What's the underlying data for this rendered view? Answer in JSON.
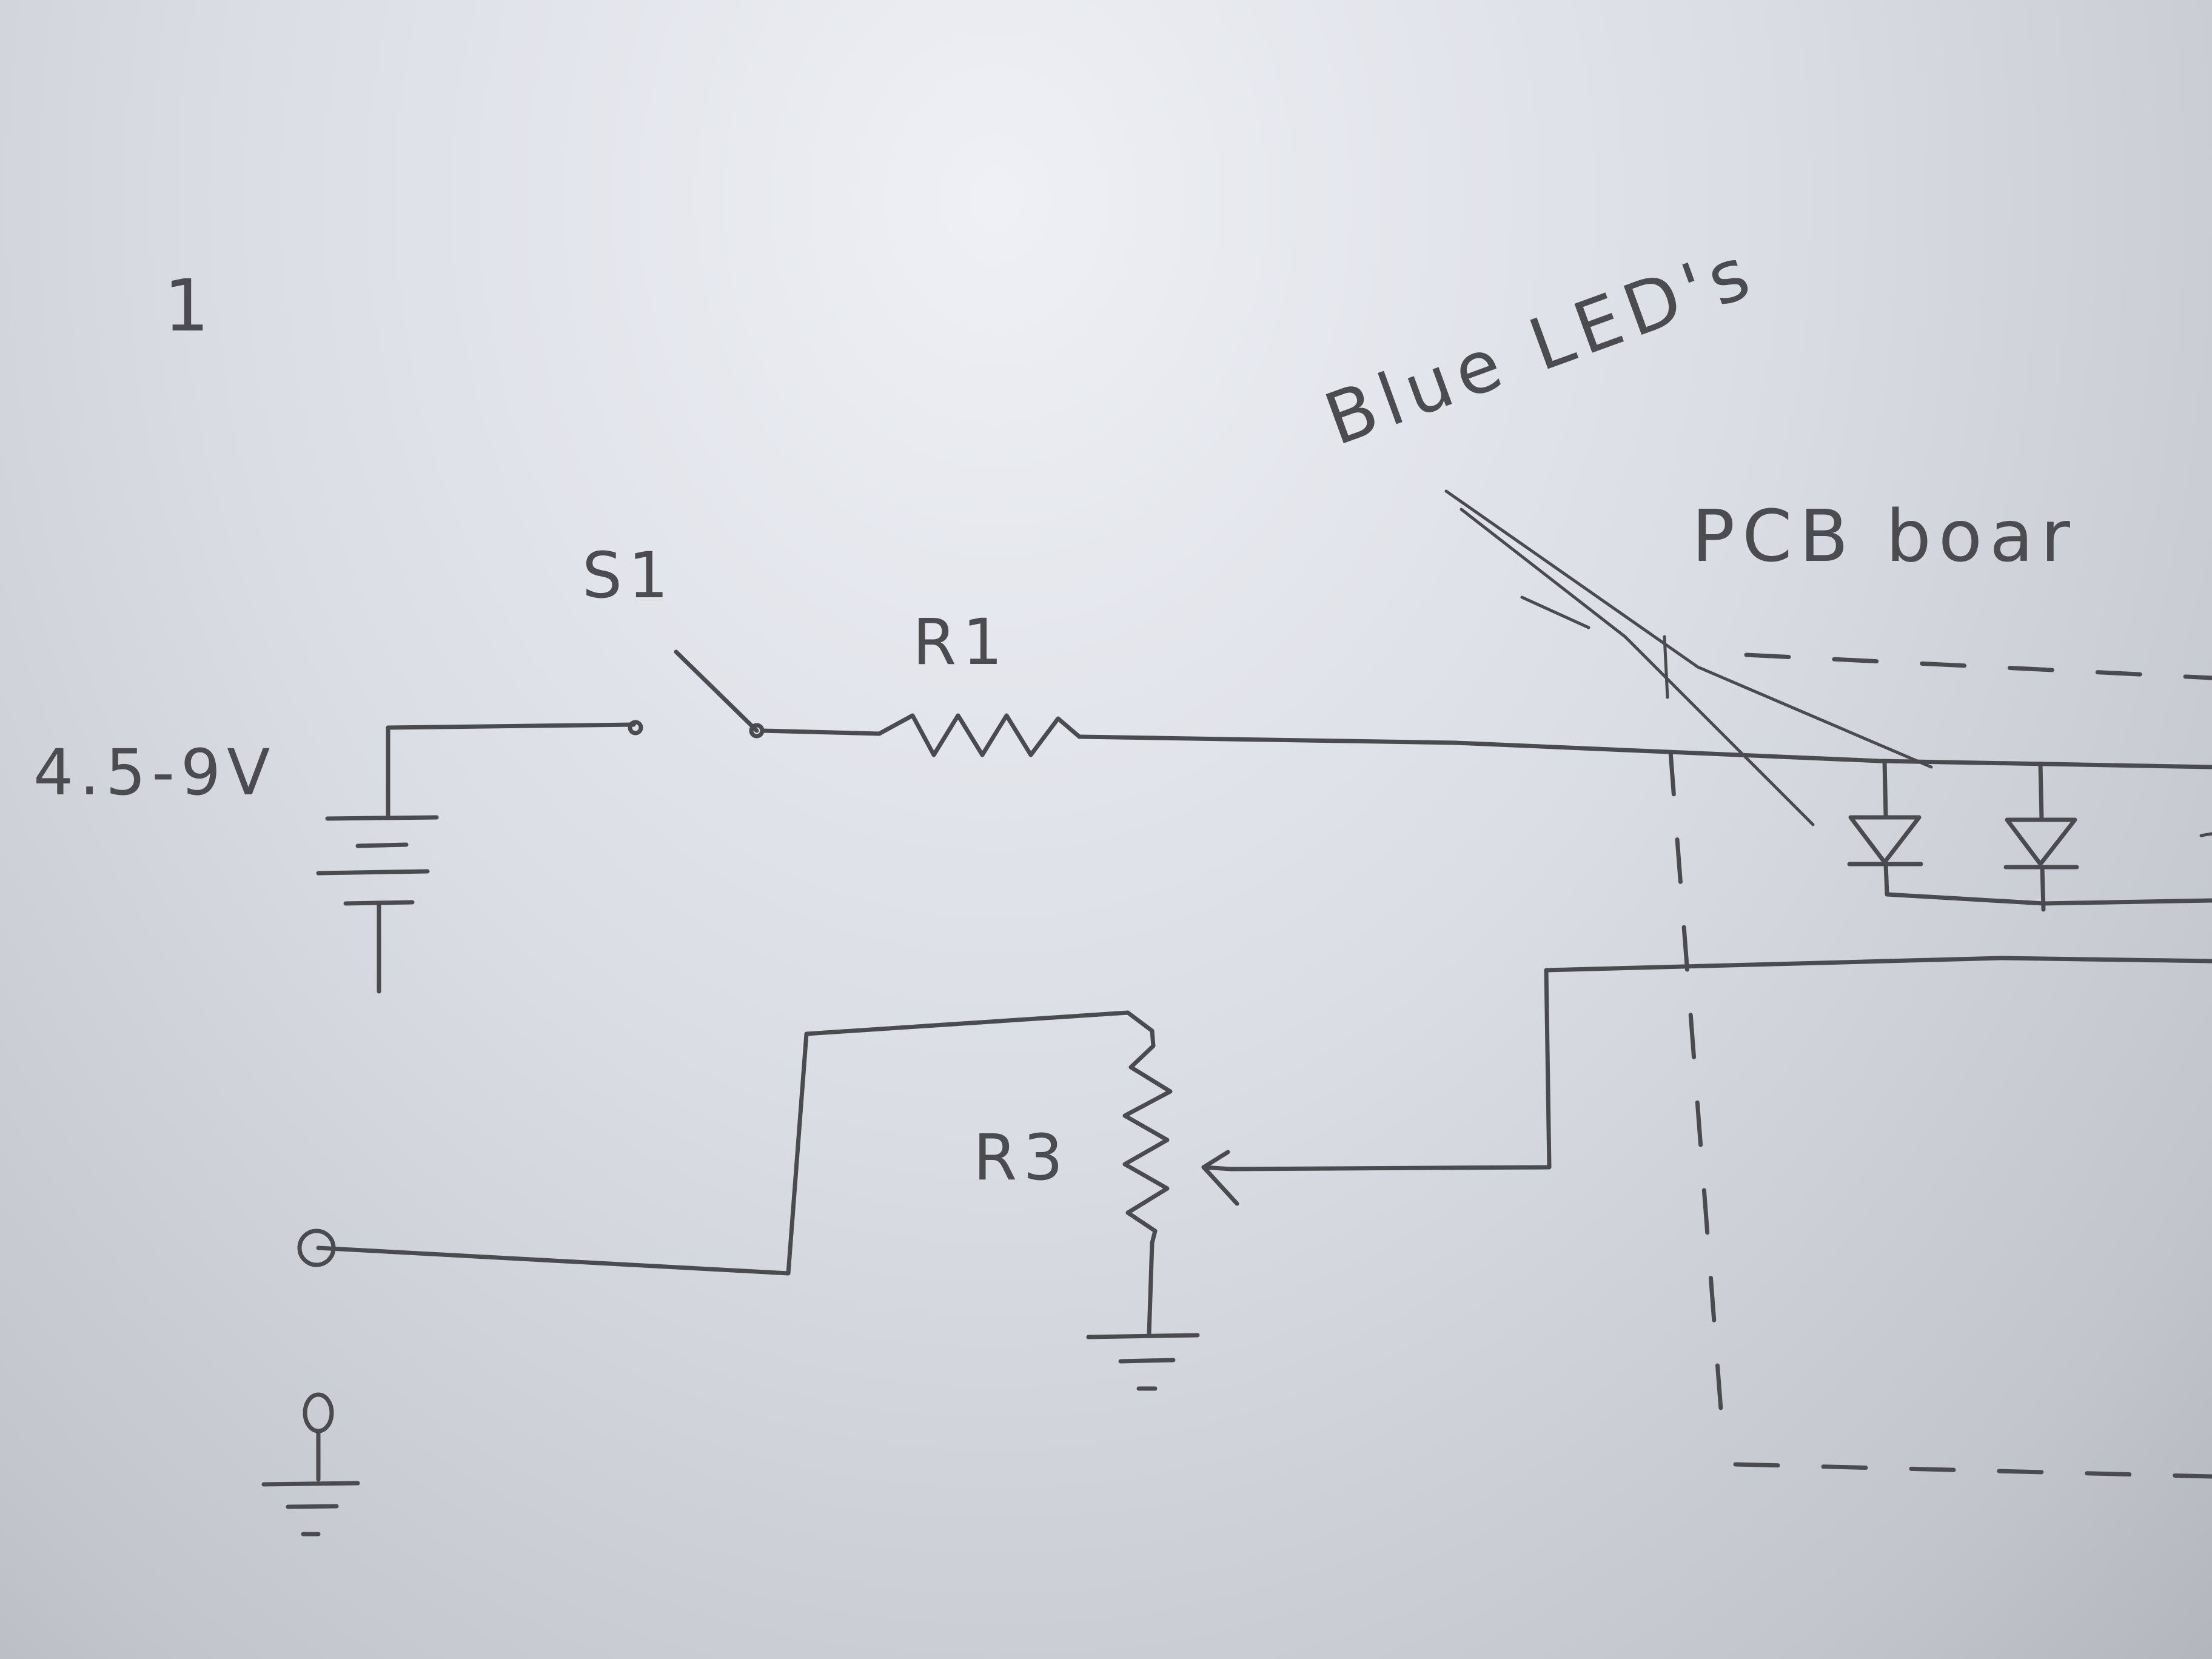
{
  "page_number": "1",
  "labels": {
    "supply": "4.5-9V",
    "switch": "S1",
    "resistor_1": "R1",
    "potentiometer": "R3",
    "annotation": "Blue LED's",
    "board": "PCB boar"
  },
  "colors": {
    "paper": "#dadde4",
    "pencil": "#4a4a4f"
  }
}
